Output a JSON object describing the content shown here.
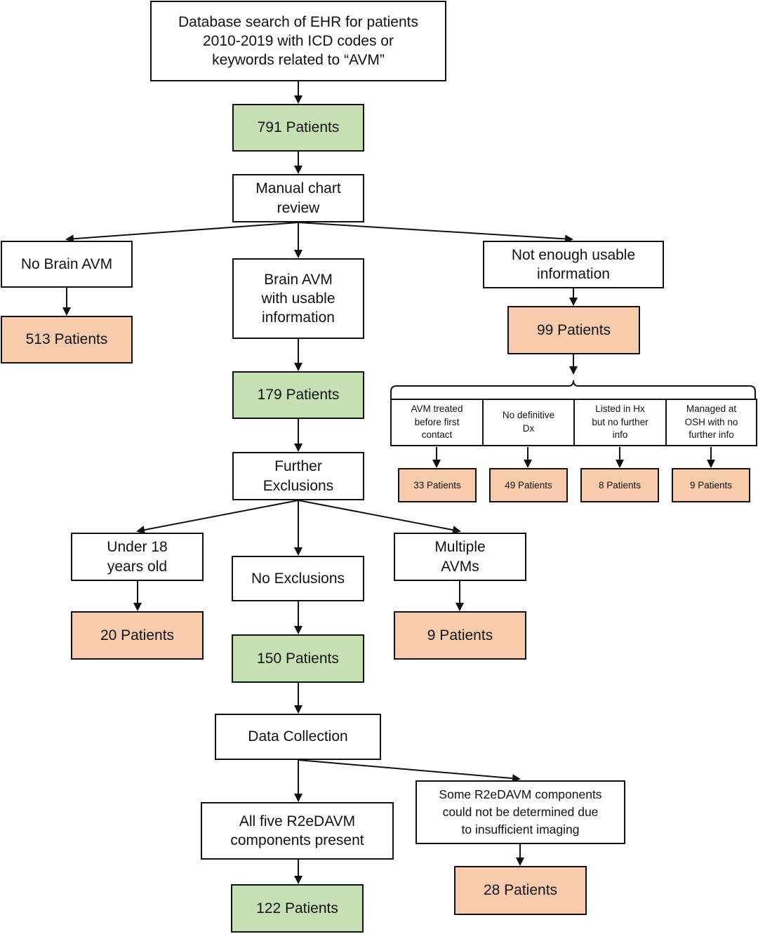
{
  "nodes": {
    "search": "Database search of EHR for patients\n2010-2019 with ICD codes or\nkeywords related to “AVM”",
    "n791": "791 Patients",
    "manual_review": "Manual chart\nreview",
    "no_brain_avm": "No Brain AVM",
    "n513": "513 Patients",
    "brain_avm_usable": "Brain AVM\nwith usable\ninformation",
    "n179": "179 Patients",
    "not_enough_info": "Not enough usable\ninformation",
    "n99": "99 Patients",
    "further_exclusions": "Further\nExclusions",
    "under18": "Under 18\nyears old",
    "n20": "20 Patients",
    "no_exclusions": "No Exclusions",
    "n150": "150 Patients",
    "multiple_avms": "Multiple\nAVMs",
    "n9": "9 Patients",
    "data_collection": "Data Collection",
    "all_five": "All five R2eDAVM\ncomponents present",
    "n122": "122 Patients",
    "some_r2edavm": "Some R2eDAVM components\ncould not be determined due\nto insufficient imaging",
    "n28": "28 Patients"
  },
  "subgroups": [
    {
      "label": "AVM treated\nbefore first\ncontact",
      "count": "33 Patients"
    },
    {
      "label": "No definitive\nDx",
      "count": "49 Patients"
    },
    {
      "label": "Listed in Hx\nbut no further\ninfo",
      "count": "8 Patients"
    },
    {
      "label": "Managed at\nOSH with no\nfurther info",
      "count": "9 Patients"
    }
  ],
  "colors": {
    "included": "#c6e0b4",
    "excluded": "#f8cbad",
    "neutral": "#ffffff",
    "line": "#111111"
  }
}
